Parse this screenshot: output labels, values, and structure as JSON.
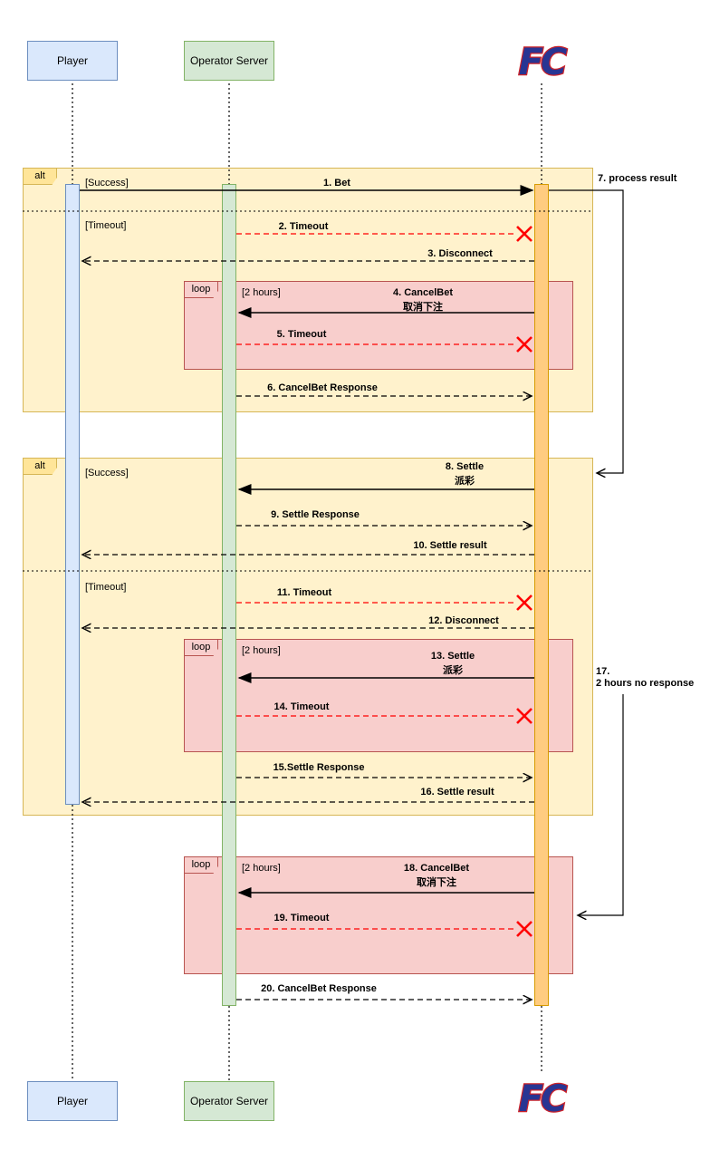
{
  "actors": {
    "player": "Player",
    "operator": "Operator Server",
    "fc": "FC"
  },
  "frames": {
    "alt1_label": "alt",
    "alt1_success": "[Success]",
    "alt1_timeout": "[Timeout]",
    "alt2_label": "alt",
    "alt2_success": "[Success]",
    "alt2_timeout": "[Timeout]",
    "loop1_label": "loop",
    "loop1_guard": "[2 hours]",
    "loop2_label": "loop",
    "loop2_guard": "[2 hours]",
    "loop3_label": "loop",
    "loop3_guard": "[2 hours]"
  },
  "messages": {
    "m1": "1. Bet",
    "m2": "2. Timeout",
    "m3": "3. Disconnect",
    "m4": "4. CancelBet",
    "m4_cn": "取消下注",
    "m5": "5. Timeout",
    "m6": "6. CancelBet Response",
    "m7": "7. process result",
    "m8": "8. Settle",
    "m8_cn": "派彩",
    "m9": "9. Settle Response",
    "m10": "10. Settle result",
    "m11": "11. Timeout",
    "m12": "12. Disconnect",
    "m13": "13. Settle",
    "m13_cn": "派彩",
    "m14": "14. Timeout",
    "m15": "15.Settle Response",
    "m16": "16. Settle result",
    "m17_line1": "17.",
    "m17_line2": "2 hours no response",
    "m18": "18. CancelBet",
    "m18_cn": "取消下注",
    "m19": "19. Timeout",
    "m20": "20. CancelBet Response"
  },
  "colors": {
    "player_fill": "#dae8fc",
    "player_border": "#6c8ebf",
    "operator_fill": "#d5e8d4",
    "operator_border": "#82b366",
    "fc_activation_fill": "#ffcc80",
    "fc_activation_border": "#d79b00",
    "alt_fill": "#fff2cc",
    "alt_border": "#d6b656",
    "loop_fill": "#f8cecc",
    "loop_border": "#b85450",
    "error_red": "#ff0000",
    "logo_blue": "#283593",
    "logo_red": "#cc2229"
  }
}
